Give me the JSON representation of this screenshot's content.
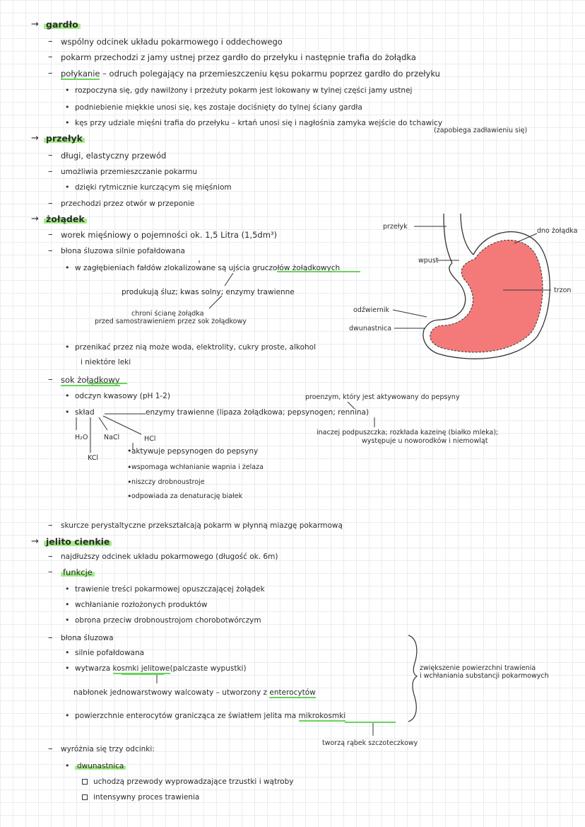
{
  "s1": {
    "title": "gardło",
    "b1": "wspólny odcinek układu pokarmowego i oddechowego",
    "b2": "pokarm przechodzi z jamy ustnej przez gardło do przełyku i następnie trafia do żołądka",
    "b3_term": "połykanie",
    "b3_rest": " – odruch polegający na przemieszczeniu kęsu pokarmu poprzez gardło do przełyku",
    "s1": "rozpoczyna się, gdy nawilżony i przeżuty pokarm jest lokowany w tylnej części jamy ustnej",
    "s2": "podniebienie miękkie unosi się, kęs zostaje dociśnięty do tylnej ściany gardła",
    "s3": "kęs przy udziale mięśni trafia do przełyku – krtań unosi się i nagłośnia zamyka wejście do tchawicy",
    "s3_note": "(zapobiega zadławieniu się)"
  },
  "s2": {
    "title": "przełyk",
    "b1": "długi, elastyczny przewód",
    "b2": "umożliwia przemieszczanie pokarmu",
    "b2_sub": "dzięki rytmicznie kurczącym się mięśniom",
    "b3": "przechodzi przez otwór w przeponie"
  },
  "s3": {
    "title": "żołądek",
    "b1": "worek mięśniowy o pojemności ok. 1,5 Litra (1,5dm³)",
    "b2": "błona śluzowa silnie pofałdowana",
    "b2_sub": "w zagłębieniach fałdów zlokalizowane są ujścia gruczołów żołądkowych",
    "produce": "produkują śluz; kwas solny; enzymy trawienne",
    "protects1": "chroni ścianę żołądka",
    "protects2": "przed samostrawieniem przez sok żołądkowy",
    "b3_sub1": "przenikać przez nią może woda, elektrolity, cukry proste, alkohol",
    "b3_sub2": "i niektóre leki",
    "juice_title": "sok żołądkowy",
    "juice_s1": "odczyn kwasowy (pH 1-2)",
    "juice_s2": "skład",
    "enzymes": "enzymy trawienne (lipaza żołądkowa; pepsynogen; rennina)",
    "proenzyme": "proenzym, który jest aktywowany do pepsyny",
    "rennina1": "inaczej podpuszczka; rozkłada kazeinę (białko mleka);",
    "rennina2": "występuje u noworodków i niemowląt",
    "h2o": "H₂O",
    "nacl": "NaCl",
    "hcl": "HCl",
    "kcl": "KCl",
    "hcl_f1": "aktywuje pepsynogen do pepsyny",
    "hcl_f2": "wspomaga wchłanianie wapnia i żelaza",
    "hcl_f3": "niszczy drobnoustroje",
    "hcl_f4": "odpowiada za denaturację białek",
    "b5": "skurcze perystaltyczne przekształcają pokarm w płynną miazgę pokarmową"
  },
  "diagram": {
    "przelyk": "przełyk",
    "wpust": "wpust",
    "dno": "dno żołądka",
    "trzon": "trzon",
    "odzwiernik": "odźwiernik",
    "dwunastnica": "dwunastnica",
    "stomach_color": "#f47a7a"
  },
  "s4": {
    "title": "jelito cienkie",
    "b1": "najdłuższy odcinek układu pokarmowego (długość ok. 6m)",
    "b2": "funkcje",
    "f1": "trawienie treści pokarmowej opuszczającej żołądek",
    "f2": "wchłanianie rozłożonych produktów",
    "f3": "obrona przeciw drobnoustrojom chorobotwórczym",
    "b3": "błona śluzowa",
    "m1": "silnie pofałdowana",
    "m2_pre": "wytwarza ",
    "m2_term": "kosmki jelitowe",
    "m2_post": "(palczaste wypustki)",
    "epith_pre": "nabłonek jednowarstwowy walcowaty – utworzony z ",
    "epith_term": "enterocytów",
    "m3_pre": "powierzchnie enterocytów granicząca ze światłem jelita ma ",
    "m3_term": "mikrokosmki",
    "brush": "tworzą rąbek szczoteczkowy",
    "increase1": "zwiększenie powierzchni trawienia",
    "increase2": "i wchłaniania substancji pokarmowych",
    "b4": "wyróżnia się trzy odcinki:",
    "duo": "dwunastnica",
    "duo_1": "uchodzą przewody wyprowadzające trzustki i wątroby",
    "duo_2": "intensywny proces trawienia"
  }
}
